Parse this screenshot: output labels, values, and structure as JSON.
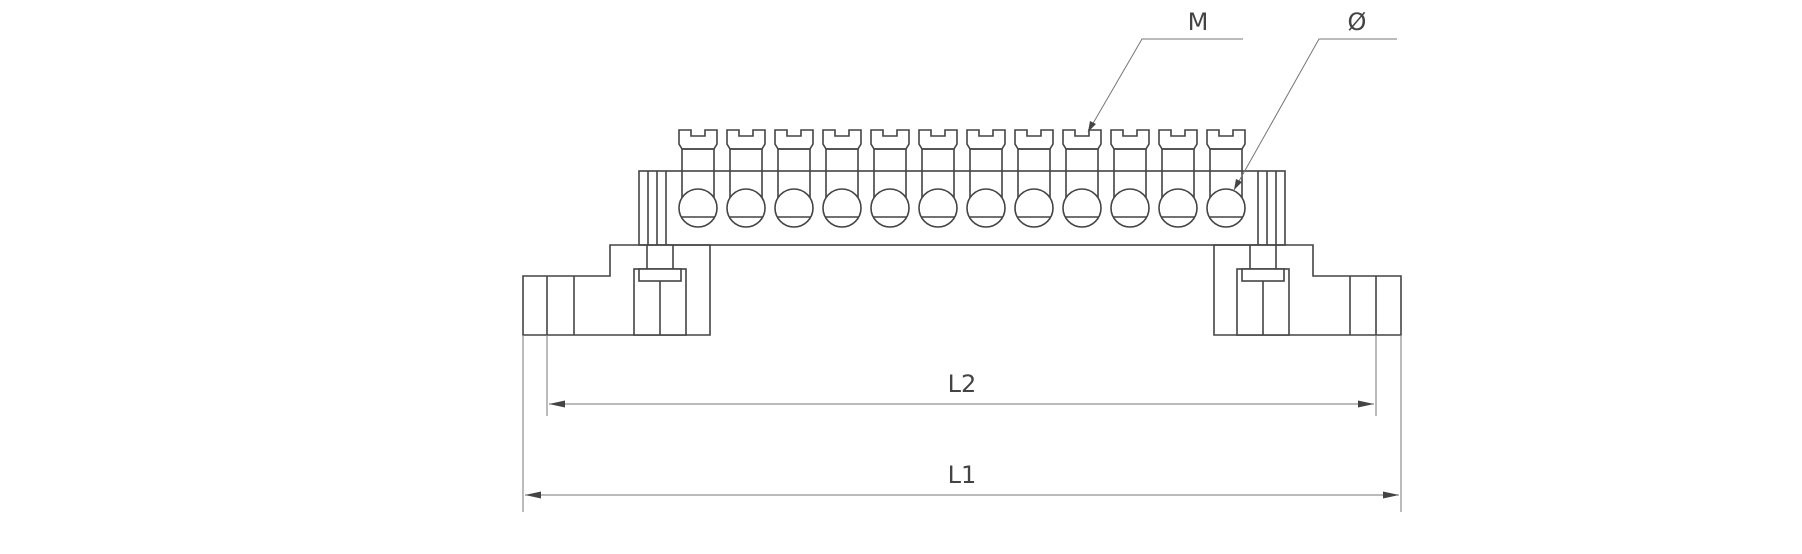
{
  "labels": {
    "screw_thread": "M",
    "hole_diameter": "Ø",
    "mounting_distance": "L2",
    "overall_length": "L1"
  },
  "terminal_count": 12
}
